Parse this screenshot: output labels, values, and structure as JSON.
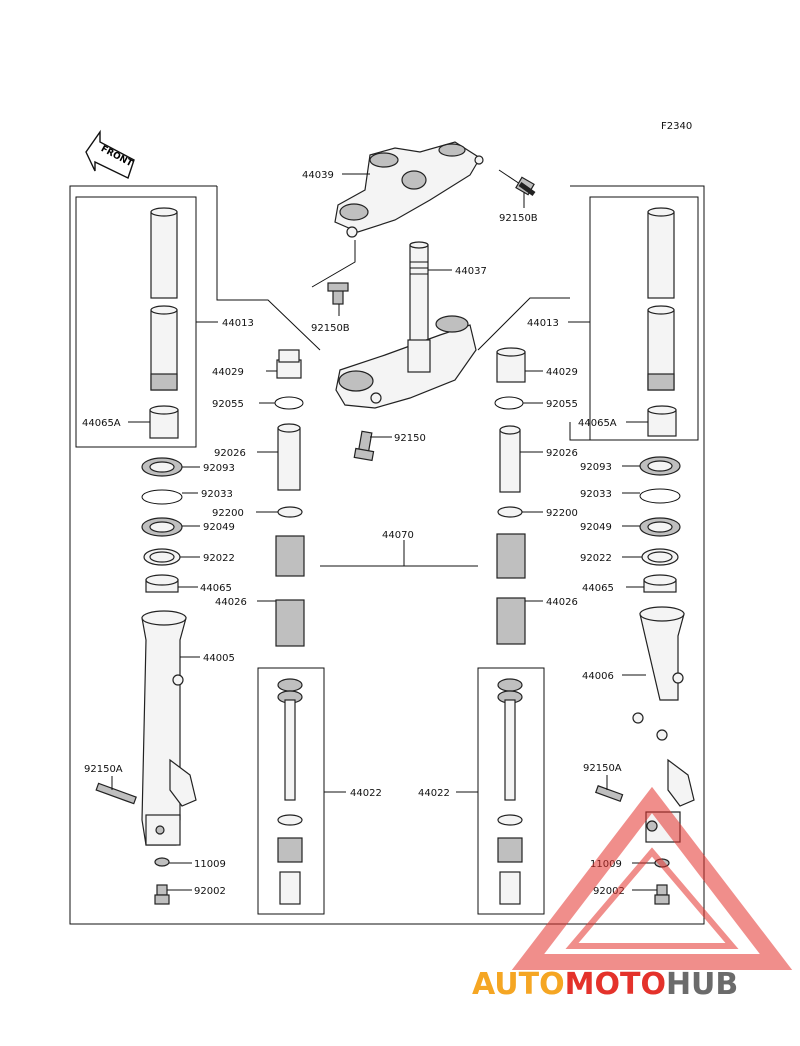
{
  "figure_code": "F2340",
  "front_label": "FRONT",
  "watermark": {
    "part1": "AUTO",
    "part2": "MOTO",
    "part3": "HUB",
    "color1": "#f5a623",
    "color2": "#e4322b",
    "color3": "#6b6b6b"
  },
  "callouts": {
    "p44039": "44039",
    "p92150B_top": "92150B",
    "p44037": "44037",
    "p92150B_mid": "92150B",
    "p44013_l": "44013",
    "p44013_r": "44013",
    "p44029_l": "44029",
    "p44029_r": "44029",
    "p92055_l": "92055",
    "p92055_r": "92055",
    "p92150": "92150",
    "p44065A_l": "44065A",
    "p44065A_r": "44065A",
    "p92026_l": "92026",
    "p92026_r": "92026",
    "p92093_l": "92093",
    "p92093_r": "92093",
    "p92033_l": "92033",
    "p92033_r": "92033",
    "p92200_l": "92200",
    "p92200_r": "92200",
    "p92049_l": "92049",
    "p92049_r": "92049",
    "p44070": "44070",
    "p92022_l": "92022",
    "p92022_r": "92022",
    "p44065_l": "44065",
    "p44065_r": "44065",
    "p44026_l": "44026",
    "p44026_r": "44026",
    "p44005": "44005",
    "p44006": "44006",
    "p92150A_l": "92150A",
    "p92150A_r": "92150A",
    "p44022_l": "44022",
    "p44022_r": "44022",
    "p11009_l": "11009",
    "p11009_r": "11009",
    "p92002_l": "92002",
    "p92002_r": "92002"
  }
}
